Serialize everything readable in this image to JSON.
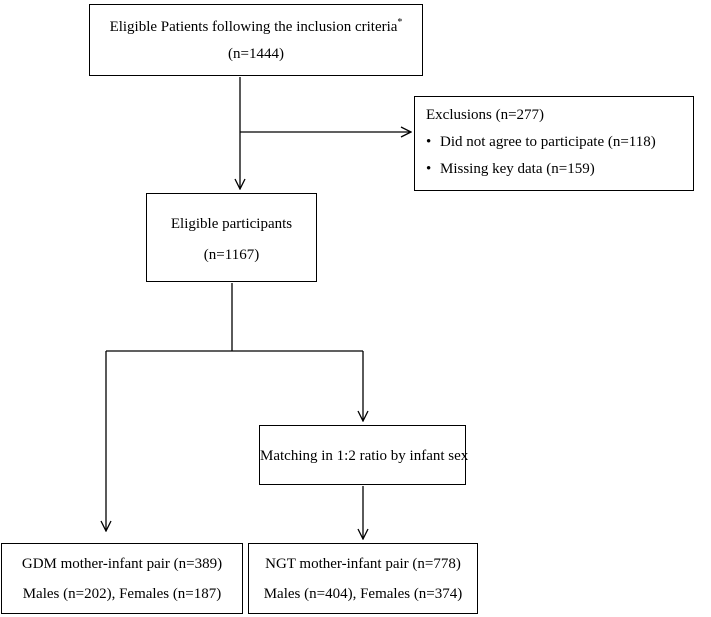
{
  "boxes": {
    "eligible_patients": {
      "line1": "Eligible Patients following the inclusion criteria",
      "footnote_mark": "*",
      "line2": "(n=1444)"
    },
    "exclusions": {
      "title": "Exclusions (n=277)",
      "items": [
        "Did not agree to participate (n=118)",
        "Missing key data (n=159)"
      ],
      "bullet": "•"
    },
    "eligible_participants": {
      "line1": "Eligible participants",
      "line2": "(n=1167)"
    },
    "matching": {
      "line1": "Matching in 1:2 ratio by infant sex"
    },
    "gdm": {
      "line1": "GDM mother-infant pair (n=389)",
      "line2": "Males (n=202), Females (n=187)"
    },
    "ngt": {
      "line1": "NGT mother-infant pair (n=778)",
      "line2": "Males (n=404), Females (n=374)"
    }
  },
  "colors": {
    "stroke": "#000000",
    "background": "#ffffff"
  }
}
